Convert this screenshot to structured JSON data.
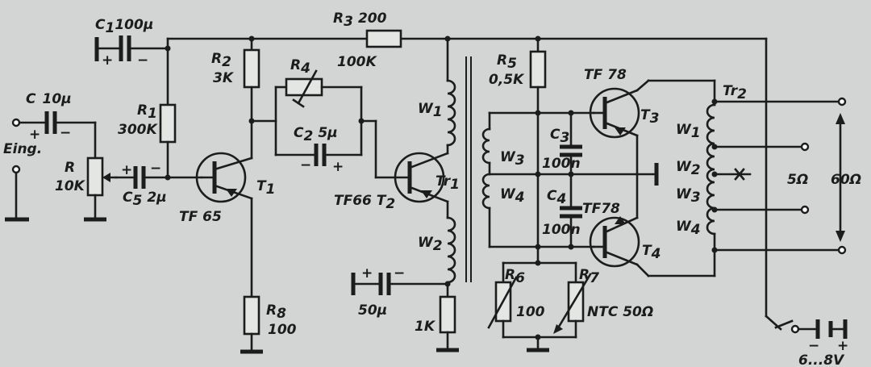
{
  "labels": {
    "c1": "C",
    "c1_sub": "1",
    "c1_val": "100µ",
    "r3": "R",
    "r3_sub": "3",
    "r3_val": "200",
    "c_in": "C",
    "c_in_val": "10µ",
    "eing": "Eing.",
    "r_pot": "R",
    "r_pot_val": "10K",
    "r1": "R",
    "r1_sub": "1",
    "r1_val": "300K",
    "c5": "C",
    "c5_sub": "5",
    "c5_val": "2µ",
    "r2": "R",
    "r2_sub": "2",
    "r2_val": "3K",
    "r4": "R",
    "r4_sub": "4",
    "r4_val": "100K",
    "c2": "C",
    "c2_sub": "2",
    "c2_val": "5µ",
    "t1": "T",
    "t1_sub": "1",
    "t1_type": "TF 65",
    "r8": "R",
    "r8_sub": "8",
    "r8_val": "100",
    "w1": "W",
    "w1_sub": "1",
    "w2": "W",
    "w2_sub": "2",
    "t2_type": "TF66 T",
    "t2_sub": "2",
    "tr1": "Tr",
    "tr1_sub": "1",
    "c50": "50µ",
    "r_1k": "1K",
    "r5": "R",
    "r5_sub": "5",
    "r5_val": "0,5K",
    "w3": "W",
    "w3_sub": "3",
    "w4": "W",
    "w4_sub": "4",
    "c3": "C",
    "c3_sub": "3",
    "c3_val": "100n",
    "c4": "C",
    "c4_sub": "4",
    "c4_val": "100n",
    "t3_type": "TF 78",
    "t3": "T",
    "t3_sub": "3",
    "t4_type": "TF78",
    "t4": "T",
    "t4_sub": "4",
    "r6": "R",
    "r6_sub": "6",
    "r6_val": "100",
    "r7": "R",
    "r7_sub": "7",
    "r7_val": "NTC 50Ω",
    "tr2": "Tr",
    "tr2_sub": "2",
    "ow1": "W",
    "ow1_sub": "1",
    "ow2": "W",
    "ow2_sub": "2",
    "ow3": "W",
    "ow3_sub": "3",
    "ow4": "W",
    "ow4_sub": "4",
    "out_5": "5Ω",
    "out_60": "60Ω",
    "supply": "6...8V",
    "plus": "+",
    "minus": "−"
  }
}
